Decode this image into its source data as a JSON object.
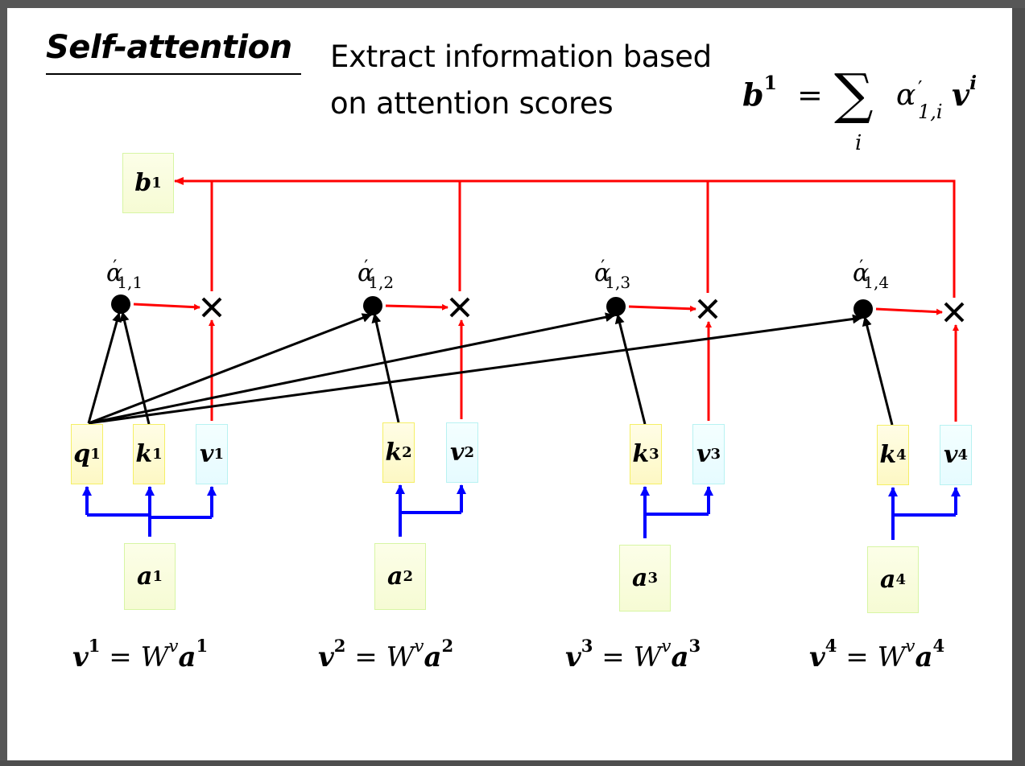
{
  "slide": {
    "title": "Self-attention",
    "subtitle_line1": "Extract information based",
    "subtitle_line2": "on attention scores",
    "formula": {
      "lhs": "b",
      "lhs_sup": "1",
      "equals": "=",
      "sum": "∑",
      "sum_index": "i",
      "alpha": "α",
      "alpha_prime": "′",
      "alpha_sub": "1,i",
      "v": "v",
      "v_sup": "i"
    },
    "output_box": {
      "symbol": "b",
      "sup": "1"
    },
    "colors": {
      "attention_path": "#ff0000",
      "projection_path": "#0000ff",
      "score_path": "#000000",
      "query_key_fill": "#fdf8c4",
      "value_fill": "#e6fbff",
      "input_fill": "#f6fbd4"
    },
    "columns": [
      {
        "index": "1",
        "alpha_label": {
          "symbol": "α",
          "prime": "′",
          "sub": "1,1"
        },
        "query": {
          "symbol": "q",
          "sup": "1"
        },
        "key": {
          "symbol": "k",
          "sup": "1"
        },
        "value": {
          "symbol": "v",
          "sup": "1"
        },
        "input": {
          "symbol": "a",
          "sup": "1"
        },
        "equation": {
          "lhs": "v",
          "lhs_sup": "1",
          "eq": "=",
          "W": "W",
          "W_sup": "v",
          "rhs": "a",
          "rhs_sup": "1"
        }
      },
      {
        "index": "2",
        "alpha_label": {
          "symbol": "α",
          "prime": "′",
          "sub": "1,2"
        },
        "key": {
          "symbol": "k",
          "sup": "2"
        },
        "value": {
          "symbol": "v",
          "sup": "2"
        },
        "input": {
          "symbol": "a",
          "sup": "2"
        },
        "equation": {
          "lhs": "v",
          "lhs_sup": "2",
          "eq": "=",
          "W": "W",
          "W_sup": "v",
          "rhs": "a",
          "rhs_sup": "2"
        }
      },
      {
        "index": "3",
        "alpha_label": {
          "symbol": "α",
          "prime": "′",
          "sub": "1,3"
        },
        "key": {
          "symbol": "k",
          "sup": "3"
        },
        "value": {
          "symbol": "v",
          "sup": "3"
        },
        "input": {
          "symbol": "a",
          "sup": "3"
        },
        "equation": {
          "lhs": "v",
          "lhs_sup": "3",
          "eq": "=",
          "W": "W",
          "W_sup": "v",
          "rhs": "a",
          "rhs_sup": "3"
        }
      },
      {
        "index": "4",
        "alpha_label": {
          "symbol": "α",
          "prime": "′",
          "sub": "1,4"
        },
        "key": {
          "symbol": "k",
          "sup": "4"
        },
        "value": {
          "symbol": "v",
          "sup": "4"
        },
        "input": {
          "symbol": "a",
          "sup": "4"
        },
        "equation": {
          "lhs": "v",
          "lhs_sup": "4",
          "eq": "=",
          "W": "W",
          "W_sup": "v",
          "rhs": "a",
          "rhs_sup": "4"
        }
      }
    ],
    "multiply_symbol": "×"
  }
}
